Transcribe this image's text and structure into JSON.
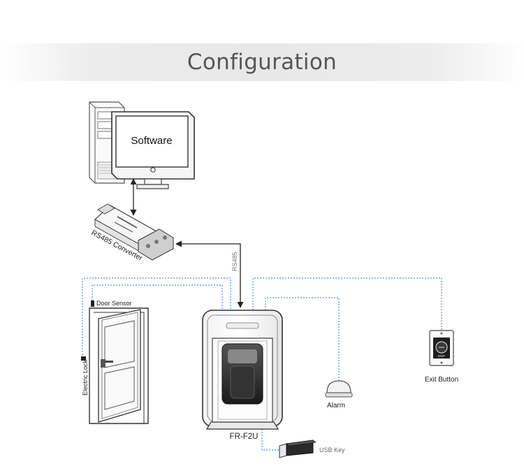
{
  "header": {
    "title": "Configuration"
  },
  "computer": {
    "screen_label": "Software"
  },
  "converter": {
    "label": "RS485 Converter"
  },
  "link": {
    "label": "RS485"
  },
  "door": {
    "sensor_label": "Door Sensor",
    "lock_label": "Electric Lock"
  },
  "reader": {
    "label": "FR-F2U"
  },
  "alarm": {
    "label": "Alarm"
  },
  "exit_button": {
    "label": "Exit Button",
    "face_text": "EXIT"
  },
  "usb": {
    "label": "USB Key"
  },
  "colors": {
    "wire_blue": "#5b8ec8",
    "line": "#333333",
    "title_text": "#555555"
  }
}
